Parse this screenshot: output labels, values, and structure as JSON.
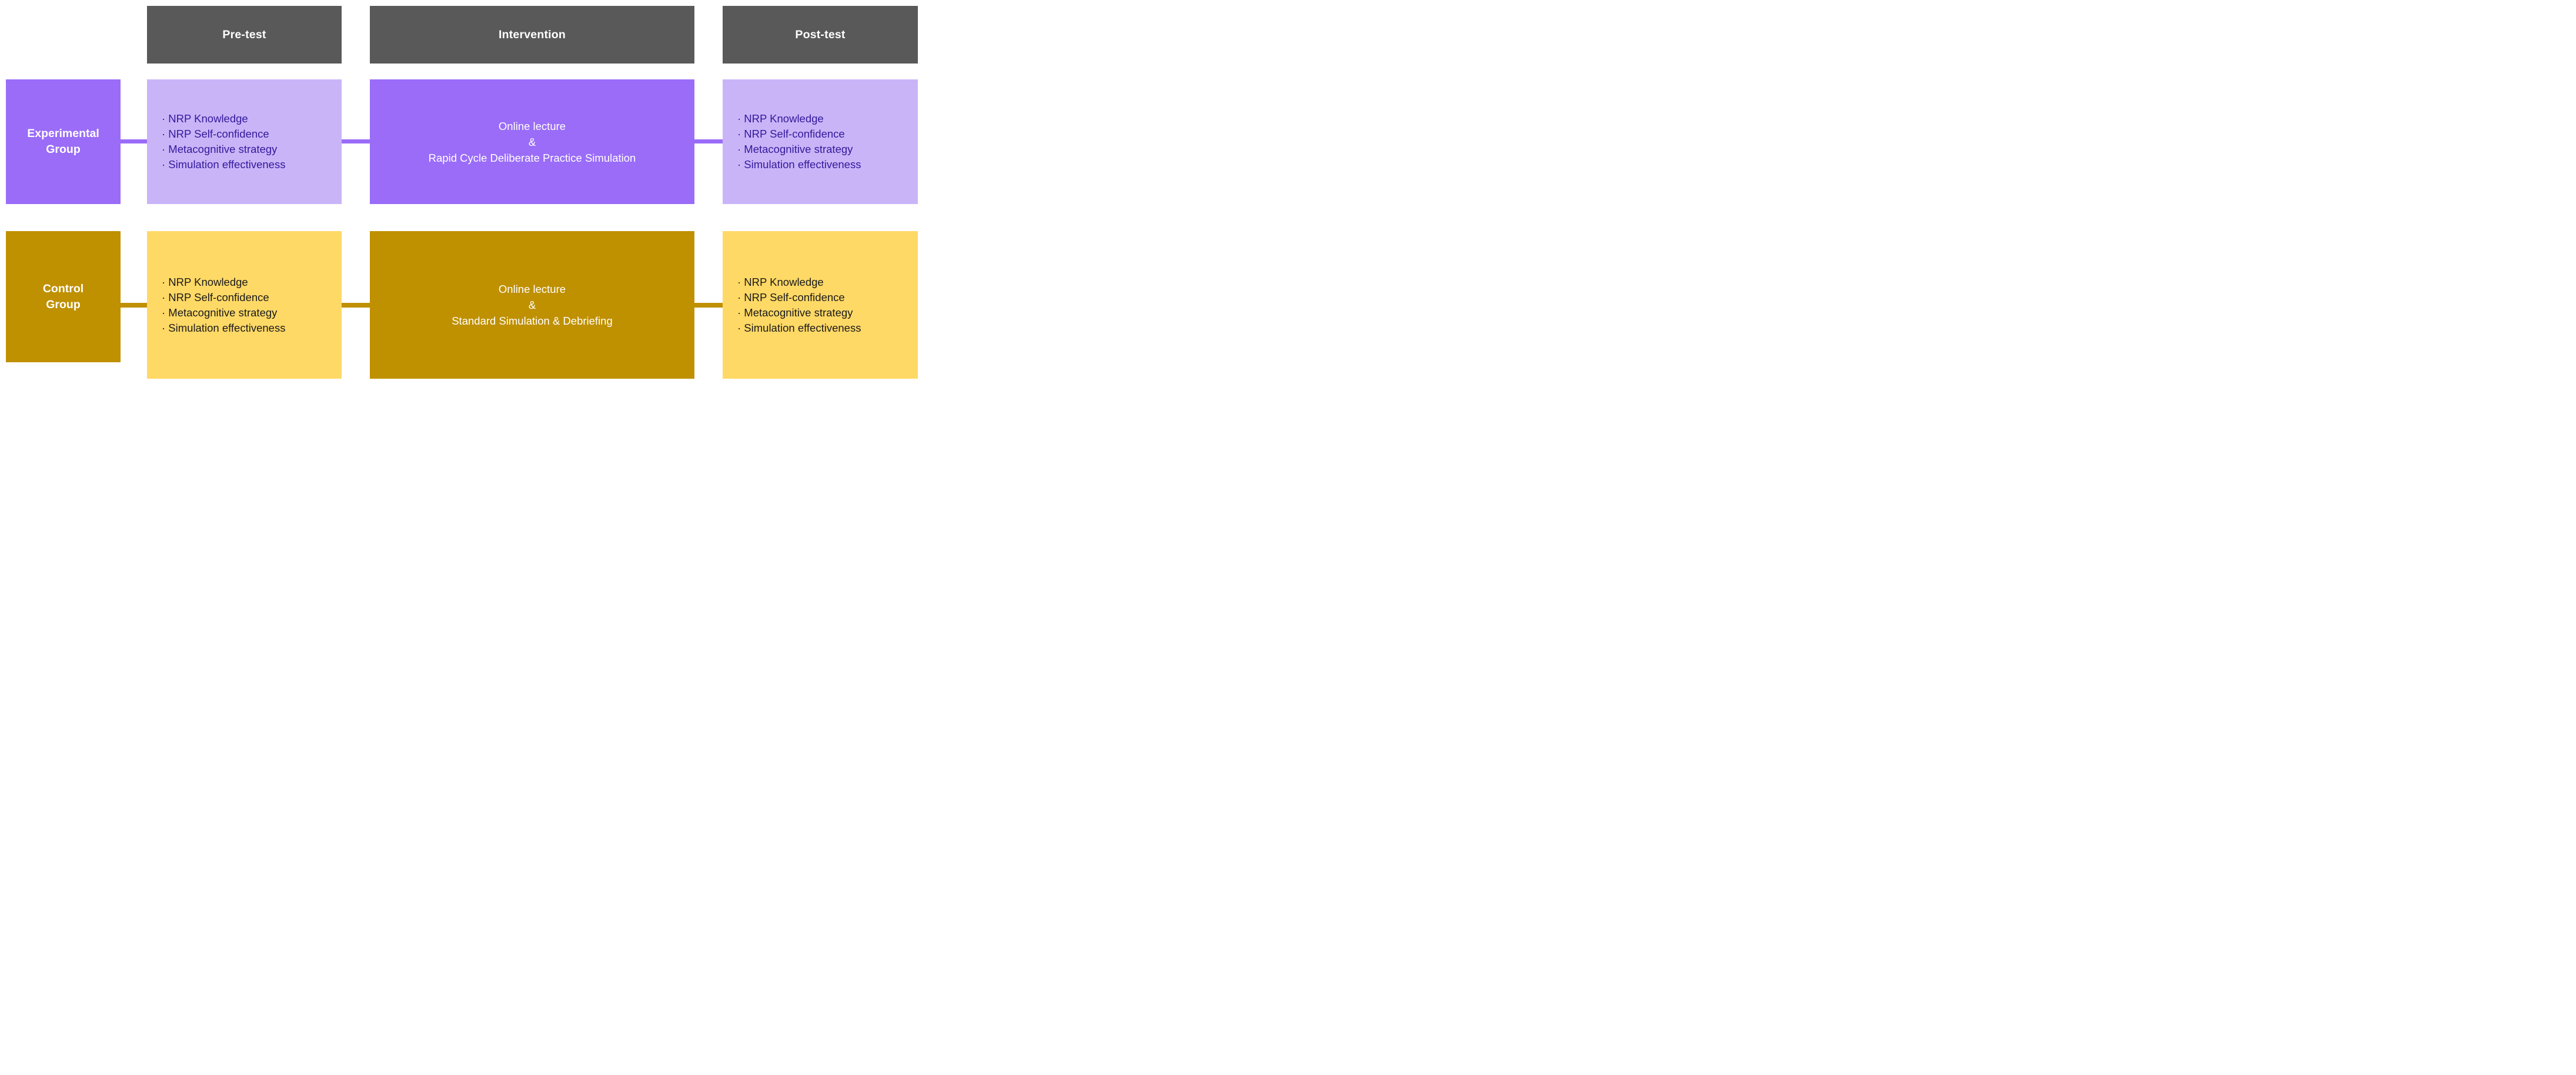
{
  "diagram": {
    "phases": {
      "pretest": "Pre-test",
      "intervention": "Intervention",
      "posttest": "Post-test"
    },
    "measures": [
      "· NRP Knowledge",
      "· NRP Self-confidence",
      "· Metacognitive strategy",
      "· Simulation effectiveness"
    ],
    "experimental": {
      "label": "Experimental\nGroup",
      "intervention": "Online lecture\n&\nRapid Cycle Deliberate Practice Simulation"
    },
    "control": {
      "label": "Control\nGroup",
      "intervention": "Online lecture\n&\nStandard Simulation & Debriefing"
    },
    "colors": {
      "header_bg": "#595959",
      "experimental_accent": "#9A6CF8",
      "experimental_light": "#C9B4F8",
      "experimental_text": "#32199B",
      "control_accent": "#BF9000",
      "control_light": "#FFD966",
      "control_text": "#1A1A1A"
    }
  }
}
